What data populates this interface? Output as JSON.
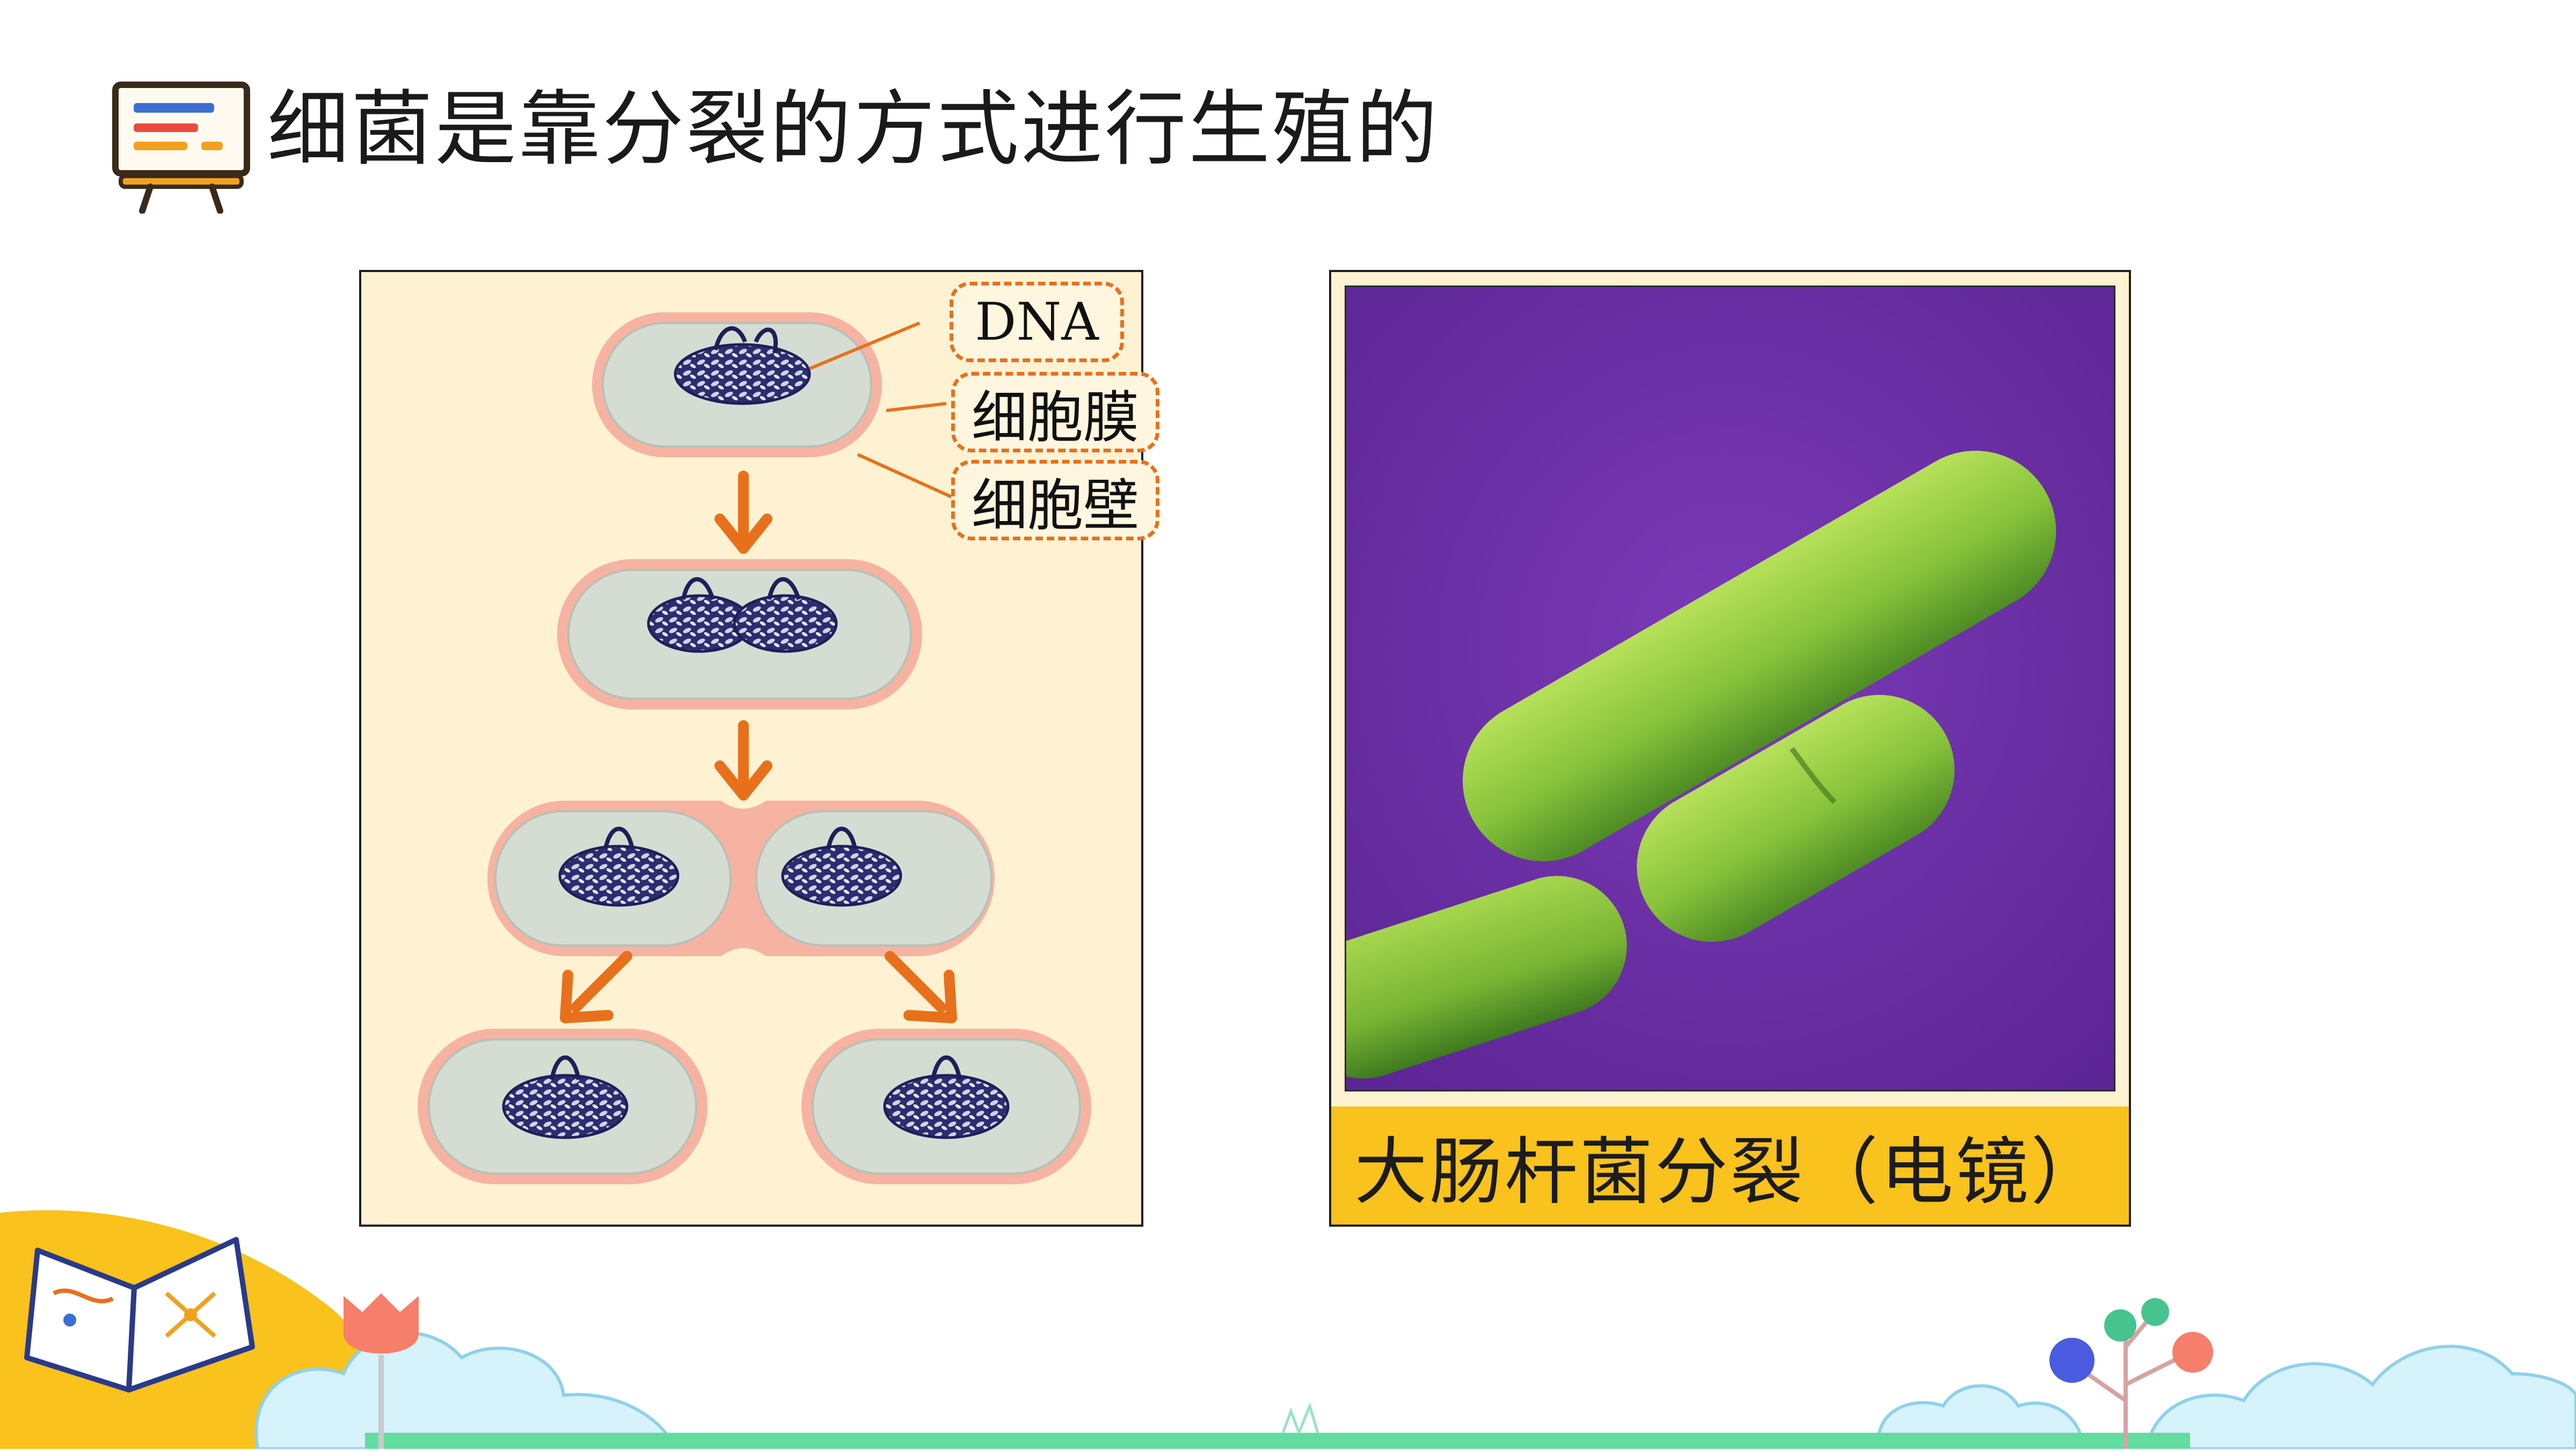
{
  "slide": {
    "title": "细菌是靠分裂的方式进行生殖的"
  },
  "diagram": {
    "labels": {
      "dna": "DNA",
      "cell_membrane": "细胞膜",
      "cell_wall": "细胞壁"
    }
  },
  "photo": {
    "caption": "大肠杆菌分裂（电镜）"
  },
  "colors": {
    "accent_orange": "#e8701c",
    "panel_cream": "#fff2d2",
    "caption_yellow": "#f9c21c",
    "photo_purple": "#6d2ea4",
    "bacteria_green": "#8cc63f",
    "ground_green": "#63dca0"
  },
  "icons": {
    "header": "presentation-board-icon",
    "book": "open-book-icon",
    "flower": "tulip-icon",
    "tree": "balloon-tree-icon"
  }
}
